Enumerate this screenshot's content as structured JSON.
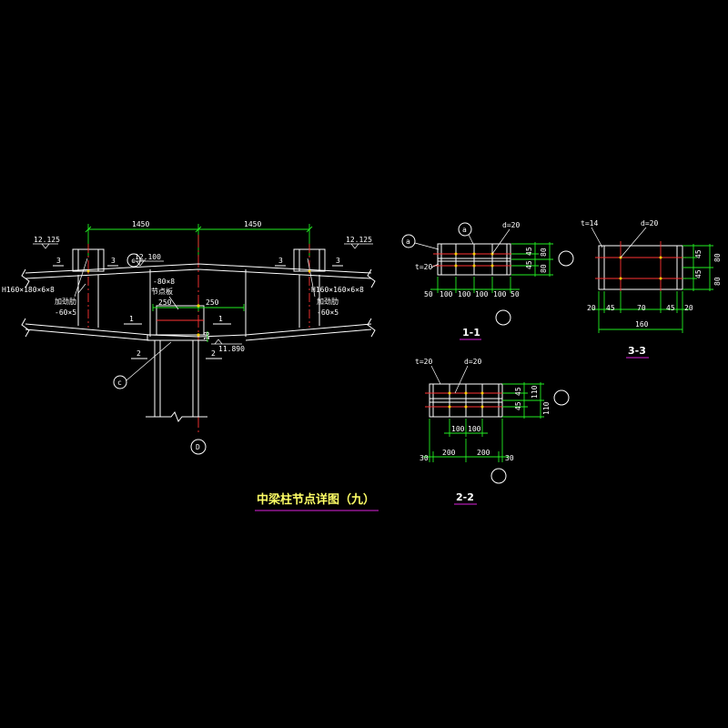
{
  "title": "中梁柱节点详图（九）",
  "colors": {
    "background": "#000000",
    "line": "#ffffff",
    "dimension": "#22ee22",
    "centerline": "#ff3333",
    "underline": "#dd22dd",
    "title": "#ffff66"
  },
  "main": {
    "dims_top": [
      "1450",
      "1450"
    ],
    "elev_left": "12.125",
    "elev_mid": "12.100",
    "elev_right": "12.125",
    "elev_bottom": "11.890",
    "beam_left": "H160×180×6×8",
    "beam_right": "H160×160×6×8",
    "stiff_left_name": "加劲肋",
    "stiff_left_size": "-60×5",
    "stiff_right_name": "加劲肋",
    "stiff_right_size": "-60×5",
    "plate_size": "-80×8",
    "plate_name": "节点板",
    "dim_250_a": "250",
    "dim_250_b": "250",
    "dim_10": "10",
    "marker_c1": "c",
    "marker_c2": "c",
    "axis_label": "D",
    "sec3_label": "3",
    "sec1_label": "1",
    "sec2_label": "2"
  },
  "s11": {
    "title": "1-1",
    "t_label": "t=20",
    "bolt": "d=20",
    "marker_a": "a",
    "bottom_dims": [
      "50",
      "100",
      "100",
      "100",
      "100",
      "50"
    ],
    "side_dims": [
      "45",
      "45",
      "80",
      "80"
    ]
  },
  "s22": {
    "title": "2-2",
    "t_label": "t=20",
    "bolt": "d=20",
    "inner_dims": [
      "100",
      "100"
    ],
    "bottom_dims": [
      "30",
      "200",
      "200",
      "30"
    ],
    "side_dims": [
      "45",
      "45",
      "110",
      "110"
    ]
  },
  "s33": {
    "title": "3-3",
    "t_label": "t=14",
    "bolt": "d=20",
    "bottom_dims": [
      "20",
      "45",
      "70",
      "45",
      "20"
    ],
    "overall": "160",
    "side_dims": [
      "45",
      "45",
      "80",
      "80"
    ]
  }
}
